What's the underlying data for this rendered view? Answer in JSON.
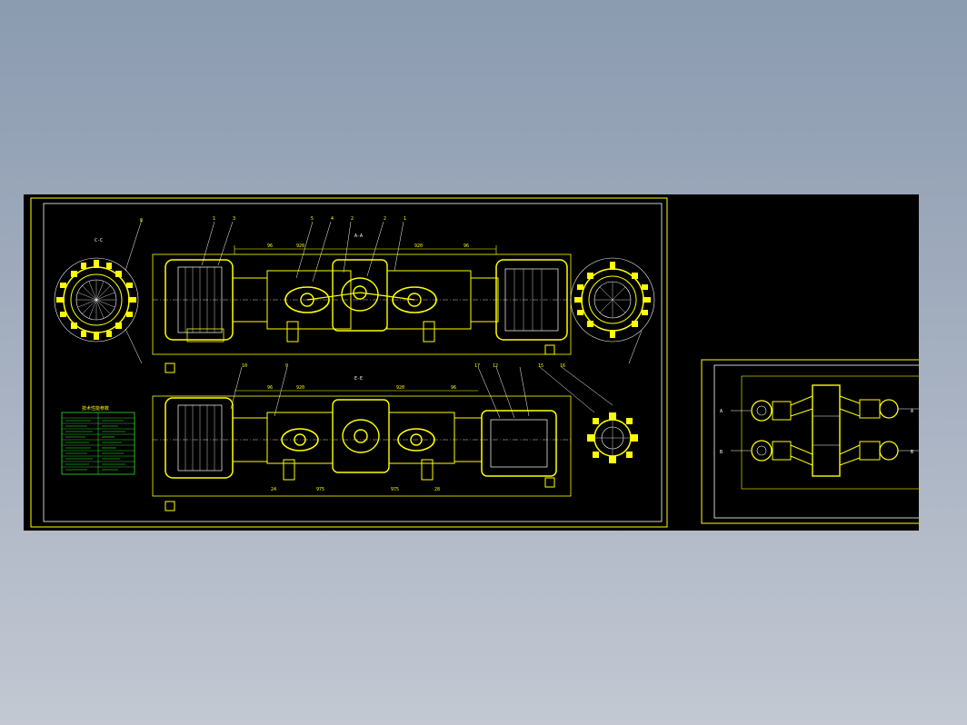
{
  "drawing": {
    "section_labels": {
      "c": "C-C",
      "a": "A-A",
      "e": "E-E"
    },
    "part_numbers": [
      "8",
      "1",
      "3",
      "5",
      "4",
      "2",
      "2",
      "1",
      "10",
      "9",
      "17",
      "12",
      "15",
      "16"
    ],
    "dims_top": [
      "96",
      "920",
      "920",
      "96"
    ],
    "dims_bottom": [
      "96",
      "920",
      "920",
      "96"
    ],
    "dims_low": [
      "24",
      "975",
      "975",
      "28"
    ],
    "table_title": "技术性能参数",
    "side_view": {
      "marks_left": [
        "A",
        "B"
      ],
      "marks_right": [
        "A",
        "B"
      ]
    }
  },
  "colors": {
    "background": "#000000",
    "line": "#ffff00",
    "detail": "#ffffff",
    "table": "#33ff33"
  }
}
